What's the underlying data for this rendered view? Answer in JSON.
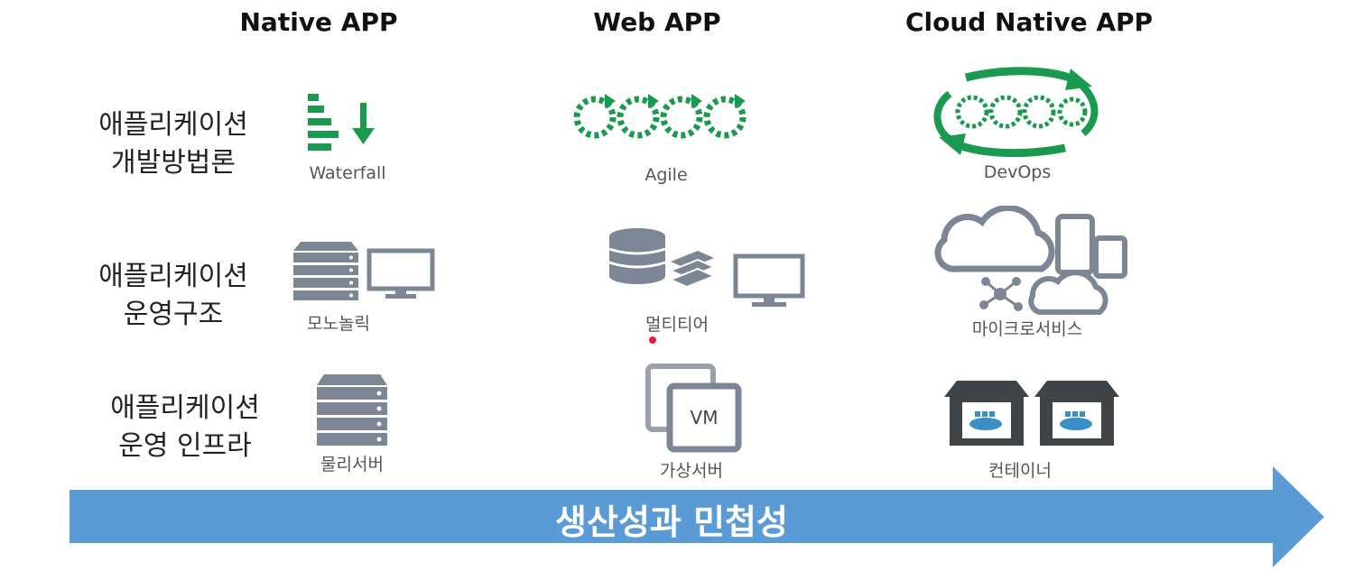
{
  "columns": {
    "native": "Native APP",
    "web": "Web APP",
    "cloud": "Cloud Native APP"
  },
  "rows": {
    "methodology": {
      "line1": "애플리케이션",
      "line2": "개발방법론"
    },
    "architecture": {
      "line1": "애플리케이션",
      "line2": "운영구조"
    },
    "infra": {
      "line1": "애플리케이션",
      "line2": "운영 인프라"
    }
  },
  "captions": {
    "waterfall": "Waterfall",
    "agile": "Agile",
    "devops": "DevOps",
    "monolithic": "모노놀릭",
    "multitier": "멀티티어",
    "microservices": "마이크로서비스",
    "physical_server": "물리서버",
    "virtual_server": "가상서버",
    "container": "컨테이너"
  },
  "vm_label": "VM",
  "arrow": {
    "label": "생산성과 민첩성"
  },
  "colors": {
    "green": "#1a9a4e",
    "slate": "#7d8694",
    "arrow": "#5b9bd5",
    "dot": "#e8194a"
  },
  "icons": [
    "waterfall-icon",
    "agile-icon",
    "devops-icon",
    "monolithic-icon",
    "multitier-icon",
    "microservices-icon",
    "physical-server-icon",
    "virtual-server-icon",
    "container-icon"
  ]
}
